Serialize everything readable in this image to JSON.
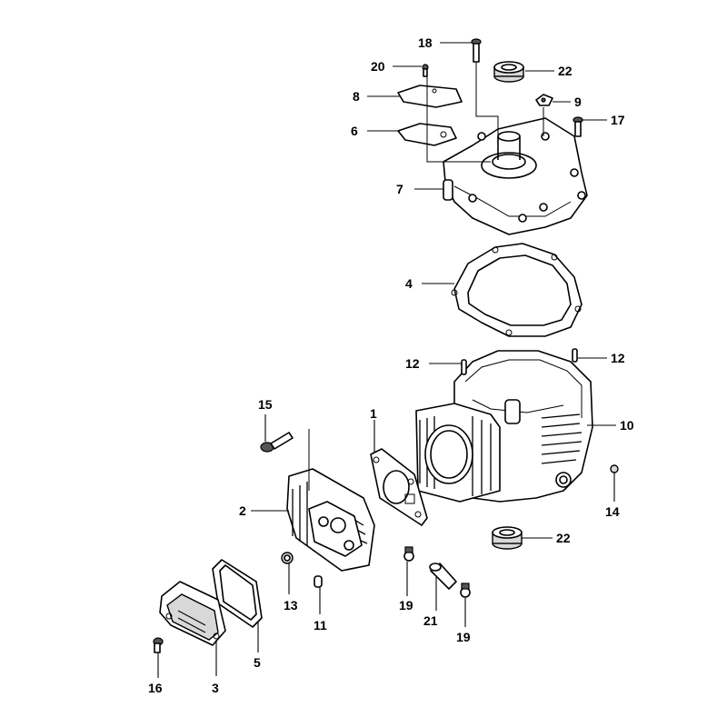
{
  "callouts": [
    {
      "id": "c18",
      "text": "18"
    },
    {
      "id": "c20",
      "text": "20"
    },
    {
      "id": "c22a",
      "text": "22"
    },
    {
      "id": "c8",
      "text": "8"
    },
    {
      "id": "c9",
      "text": "9"
    },
    {
      "id": "c6",
      "text": "6"
    },
    {
      "id": "c17",
      "text": "17"
    },
    {
      "id": "c7",
      "text": "7"
    },
    {
      "id": "c4",
      "text": "4"
    },
    {
      "id": "c12a",
      "text": "12"
    },
    {
      "id": "c12b",
      "text": "12"
    },
    {
      "id": "c15",
      "text": "15"
    },
    {
      "id": "c1",
      "text": "1"
    },
    {
      "id": "c10",
      "text": "10"
    },
    {
      "id": "c2",
      "text": "2"
    },
    {
      "id": "c14",
      "text": "14"
    },
    {
      "id": "c22b",
      "text": "22"
    },
    {
      "id": "c13",
      "text": "13"
    },
    {
      "id": "c19a",
      "text": "19"
    },
    {
      "id": "c11",
      "text": "11"
    },
    {
      "id": "c21",
      "text": "21"
    },
    {
      "id": "c5",
      "text": "5"
    },
    {
      "id": "c19b",
      "text": "19"
    },
    {
      "id": "c16",
      "text": "16"
    },
    {
      "id": "c3",
      "text": "3"
    }
  ]
}
